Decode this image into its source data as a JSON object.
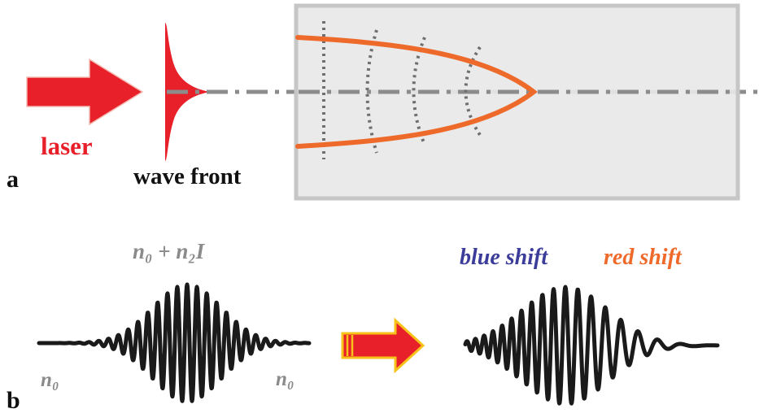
{
  "panel_a": {
    "label": "a",
    "laser_label": "laser",
    "wavefront_label": "wave front"
  },
  "panel_b": {
    "label": "b",
    "index_label": "n₀ + n₂I",
    "n0_left": "n₀",
    "n0_right": "n₀",
    "blue_shift_label": "blue shift",
    "red_shift_label": "red shift"
  },
  "colors": {
    "laser_red": "#e8202a",
    "arrow_outline": "#f7c21a",
    "beam_orange": "#ee6a2b",
    "box_fill": "#e8e8e8",
    "box_stroke": "#c6c6c6",
    "axis_gray": "#8c8c8c",
    "blue_text": "#3c3c9a",
    "red_text": "#ef6a2a",
    "pulse_black": "#1a1a1a",
    "label_gray": "#8a8a8a"
  }
}
